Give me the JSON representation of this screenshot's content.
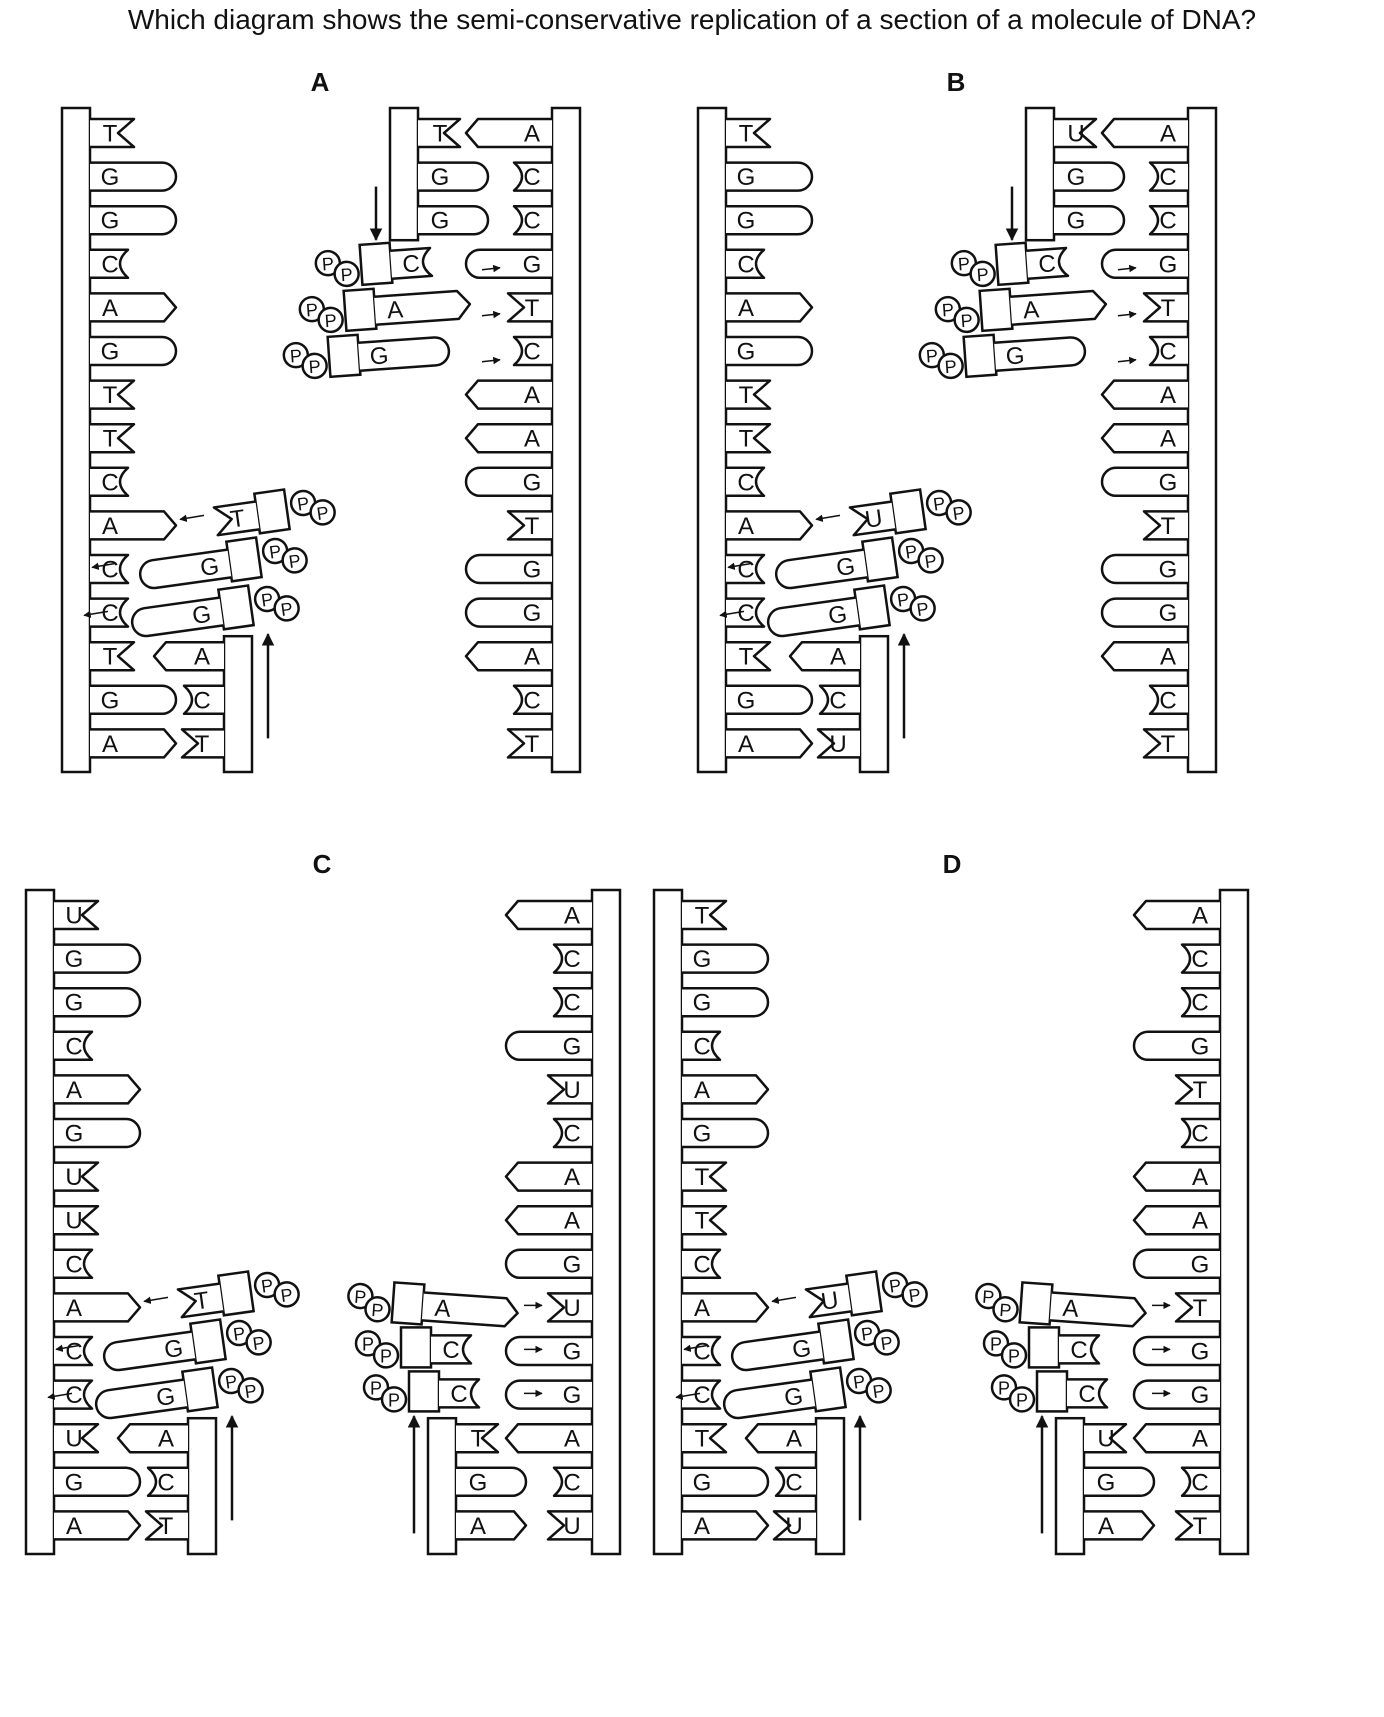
{
  "question": "Which diagram shows the semi-conservative replication of a section of a molecule of DNA?",
  "phosphate_label": "P",
  "colors": {
    "ink": "#111111",
    "paper": "#ffffff"
  },
  "diagrams": [
    {
      "label": "A",
      "left_strand": [
        "T",
        "G",
        "G",
        "C",
        "A",
        "G",
        "T",
        "T",
        "C",
        "A",
        "C",
        "C",
        "T",
        "G",
        "A"
      ],
      "right_strand": [
        "A",
        "C",
        "C",
        "G",
        "T",
        "C",
        "A",
        "A",
        "G",
        "T",
        "G",
        "G",
        "A",
        "C",
        "T"
      ],
      "left_new_strand": [
        "A",
        "C",
        "T"
      ],
      "right_new_strand": [
        "T",
        "G",
        "G"
      ],
      "free_lower": [
        "T",
        "G",
        "G"
      ],
      "free_upper": [
        "C",
        "A",
        "G"
      ]
    },
    {
      "label": "B",
      "left_strand": [
        "T",
        "G",
        "G",
        "C",
        "A",
        "G",
        "T",
        "T",
        "C",
        "A",
        "C",
        "C",
        "T",
        "G",
        "A"
      ],
      "right_strand": [
        "A",
        "C",
        "C",
        "G",
        "T",
        "C",
        "A",
        "A",
        "G",
        "T",
        "G",
        "G",
        "A",
        "C",
        "T"
      ],
      "left_new_strand": [
        "A",
        "C",
        "U"
      ],
      "right_new_strand": [
        "U",
        "G",
        "G"
      ],
      "free_lower": [
        "U",
        "G",
        "G"
      ],
      "free_upper": [
        "C",
        "A",
        "G"
      ]
    },
    {
      "label": "C",
      "left_strand": [
        "U",
        "G",
        "G",
        "C",
        "A",
        "G",
        "U",
        "U",
        "C",
        "A",
        "C",
        "C",
        "U",
        "G",
        "A"
      ],
      "right_strand": [
        "A",
        "C",
        "C",
        "G",
        "U",
        "C",
        "A",
        "A",
        "G",
        "U",
        "G",
        "G",
        "A",
        "C",
        "U"
      ],
      "left_new_strand": [
        "A",
        "C",
        "T"
      ],
      "right_new_strand": [
        "T",
        "G",
        "A"
      ],
      "free_lower": [
        "T",
        "G",
        "G"
      ],
      "free_upper": [
        "A",
        "C",
        "C"
      ]
    },
    {
      "label": "D",
      "left_strand": [
        "T",
        "G",
        "G",
        "C",
        "A",
        "G",
        "T",
        "T",
        "C",
        "A",
        "C",
        "C",
        "T",
        "G",
        "A"
      ],
      "right_strand": [
        "A",
        "C",
        "C",
        "G",
        "T",
        "C",
        "A",
        "A",
        "G",
        "T",
        "G",
        "G",
        "A",
        "C",
        "T"
      ],
      "left_new_strand": [
        "A",
        "C",
        "U"
      ],
      "right_new_strand": [
        "U",
        "G",
        "A"
      ],
      "free_lower": [
        "U",
        "G",
        "G"
      ],
      "free_upper": [
        "A",
        "C",
        "C"
      ]
    }
  ]
}
